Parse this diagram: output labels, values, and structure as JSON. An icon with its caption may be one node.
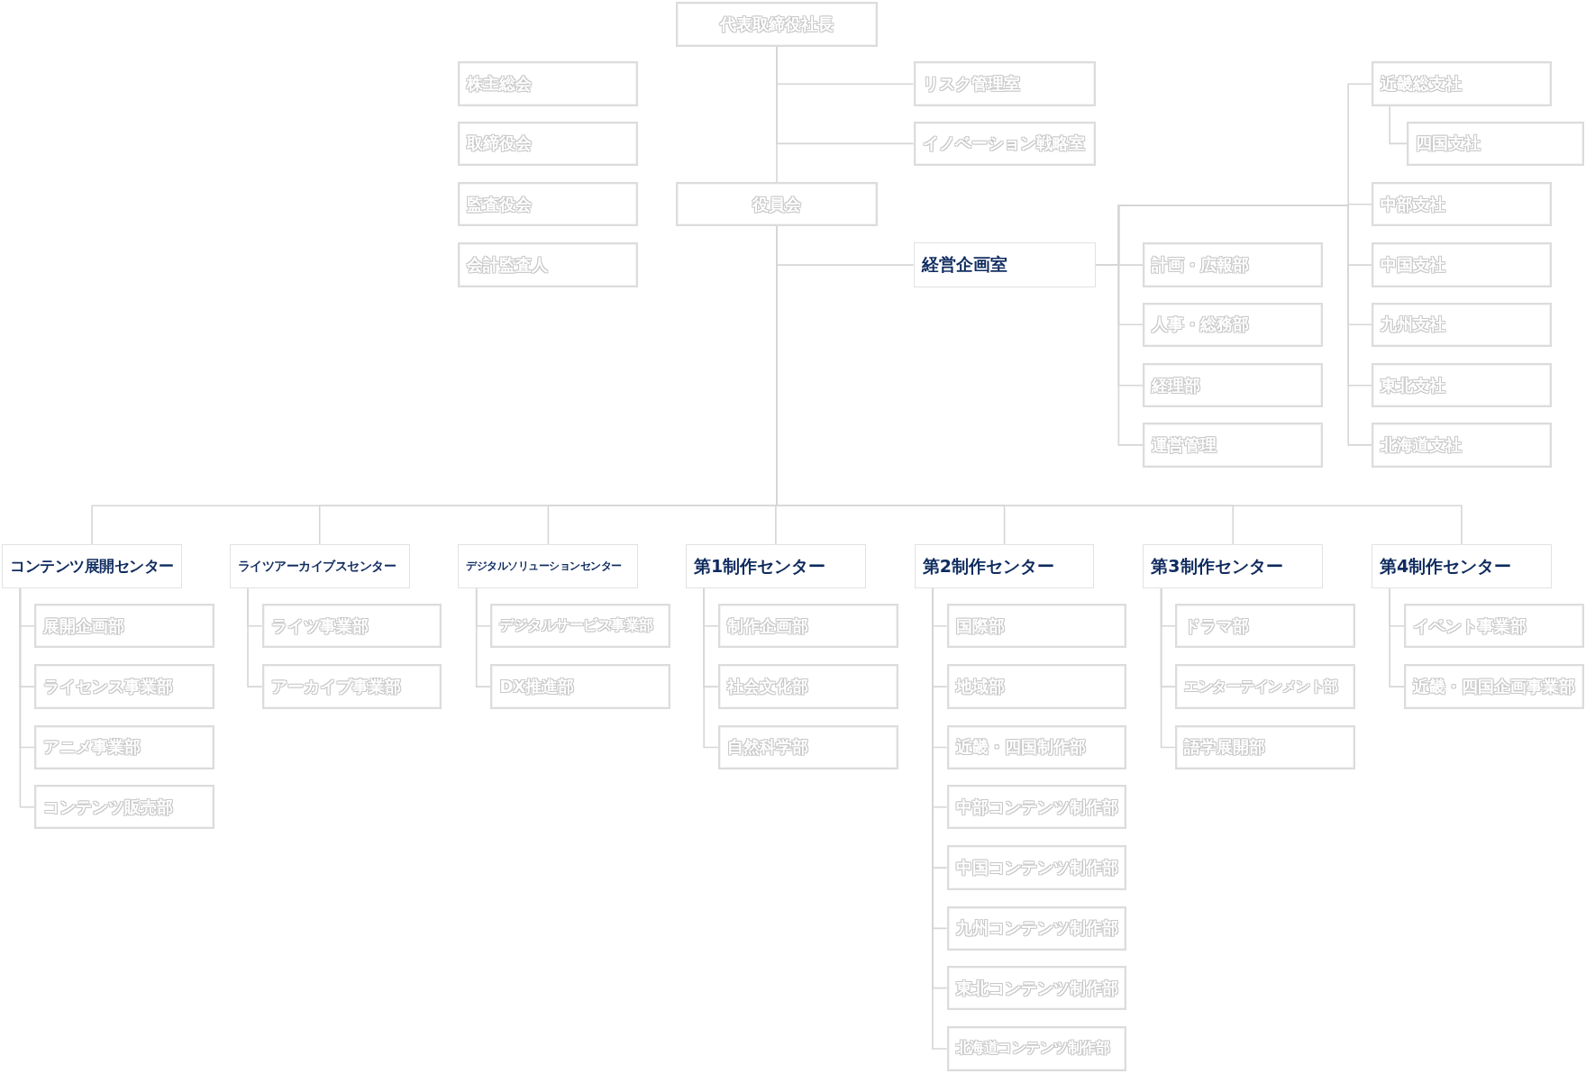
{
  "diagram": {
    "nodes": [
      {
        "text": [
          "代表取締役社長"
        ]
      },
      {
        "text": [
          "株主総会"
        ]
      },
      {
        "text": [
          "取締役会"
        ]
      },
      {
        "text": [
          "監査役会"
        ]
      },
      {
        "text": [
          "会計監査人"
        ]
      },
      {
        "text": [
          "リスク管理室"
        ]
      },
      {
        "text": [
          "イノベーション戦略室"
        ]
      },
      {
        "text": [
          "役員会"
        ]
      },
      {
        "text": [
          "経営企画室"
        ]
      },
      {
        "text": [
          "計画・広報部"
        ]
      },
      {
        "text": [
          "人事・総務部"
        ]
      },
      {
        "text": [
          "経理部"
        ]
      },
      {
        "text": [
          "運営管理"
        ]
      },
      {
        "text": [
          "近畿総支社"
        ]
      },
      {
        "text": [
          "四国支社"
        ]
      },
      {
        "text": [
          "中部支社"
        ]
      },
      {
        "text": [
          "中国支社"
        ]
      },
      {
        "text": [
          "九州支社"
        ]
      },
      {
        "text": [
          "東北支社"
        ]
      },
      {
        "text": [
          "北海道支社"
        ]
      },
      {
        "text": [
          "コンテンツ展開センター"
        ]
      },
      {
        "text": [
          "展開企画部"
        ]
      },
      {
        "text": [
          "ライセンス事業部"
        ]
      },
      {
        "text": [
          "アニメ事業部"
        ]
      },
      {
        "text": [
          "コンテンツ販売部"
        ]
      },
      {
        "text": [
          "ライツアーカイブスセンター"
        ]
      },
      {
        "text": [
          "ライツ事業部"
        ]
      },
      {
        "text": [
          "アーカイブ事業部"
        ]
      },
      {
        "text": [
          "デジタルソリューションセンター"
        ]
      },
      {
        "text": [
          "デジタルサービス事業部"
        ]
      },
      {
        "text": [
          "DX推進部"
        ]
      },
      {
        "text": [
          "第1制作センター"
        ]
      },
      {
        "text": [
          "制作企画部"
        ]
      },
      {
        "text": [
          "社会文化部"
        ]
      },
      {
        "text": [
          "自然科学部"
        ]
      },
      {
        "text": [
          "第2制作センター"
        ]
      },
      {
        "text": [
          "国際部"
        ]
      },
      {
        "text": [
          "地域部"
        ]
      },
      {
        "text": [
          "近畿・四国制作部"
        ]
      },
      {
        "text": [
          "中部コンテンツ制作部"
        ]
      },
      {
        "text": [
          "中国コンテンツ制作部"
        ]
      },
      {
        "text": [
          "九州コンテンツ制作部"
        ]
      },
      {
        "text": [
          "東北コンテンツ制作部"
        ]
      },
      {
        "text": [
          "北海道コンテンツ制作部"
        ]
      },
      {
        "text": [
          "第3制作センター"
        ]
      },
      {
        "text": [
          "ドラマ部"
        ]
      },
      {
        "text": [
          "エンターテインメント部"
        ]
      },
      {
        "text": [
          "語学展開部"
        ]
      },
      {
        "text": [
          "第4制作センター"
        ]
      },
      {
        "text": [
          "イベント事業部"
        ]
      },
      {
        "text": [
          "近畿・四国企画事業部"
        ]
      }
    ],
    "edges": [
      {
        "from": 0,
        "to": 5,
        "arrow": "none"
      },
      {
        "from": 0,
        "to": 6,
        "arrow": "none"
      },
      {
        "from": 0,
        "to": 7,
        "arrow": "none"
      },
      {
        "from": 7,
        "to": 8,
        "arrow": "none"
      },
      {
        "from": 8,
        "to": 9,
        "arrow": "none"
      },
      {
        "from": 8,
        "to": 10,
        "arrow": "none"
      },
      {
        "from": 8,
        "to": 11,
        "arrow": "none"
      },
      {
        "from": 8,
        "to": 12,
        "arrow": "none"
      },
      {
        "from": 8,
        "to": 13,
        "arrow": "none"
      },
      {
        "from": 13,
        "to": 14,
        "arrow": "none"
      },
      {
        "from": 8,
        "to": 15,
        "arrow": "none"
      },
      {
        "from": 8,
        "to": 16,
        "arrow": "none"
      },
      {
        "from": 8,
        "to": 17,
        "arrow": "none"
      },
      {
        "from": 8,
        "to": 18,
        "arrow": "none"
      },
      {
        "from": 8,
        "to": 19,
        "arrow": "none"
      },
      {
        "from": 7,
        "to": 20,
        "arrow": "none"
      },
      {
        "from": 7,
        "to": 25,
        "arrow": "none"
      },
      {
        "from": 7,
        "to": 28,
        "arrow": "none"
      },
      {
        "from": 7,
        "to": 31,
        "arrow": "none"
      },
      {
        "from": 7,
        "to": 35,
        "arrow": "none"
      },
      {
        "from": 7,
        "to": 44,
        "arrow": "none"
      },
      {
        "from": 7,
        "to": 48,
        "arrow": "none"
      },
      {
        "from": 20,
        "to": 21,
        "arrow": "none"
      },
      {
        "from": 20,
        "to": 22,
        "arrow": "none"
      },
      {
        "from": 20,
        "to": 23,
        "arrow": "none"
      },
      {
        "from": 20,
        "to": 24,
        "arrow": "none"
      },
      {
        "from": 25,
        "to": 26,
        "arrow": "none"
      },
      {
        "from": 25,
        "to": 27,
        "arrow": "none"
      },
      {
        "from": 28,
        "to": 29,
        "arrow": "none"
      },
      {
        "from": 28,
        "to": 30,
        "arrow": "none"
      },
      {
        "from": 31,
        "to": 32,
        "arrow": "none"
      },
      {
        "from": 31,
        "to": 33,
        "arrow": "none"
      },
      {
        "from": 31,
        "to": 34,
        "arrow": "none"
      },
      {
        "from": 35,
        "to": 36,
        "arrow": "none"
      },
      {
        "from": 35,
        "to": 37,
        "arrow": "none"
      },
      {
        "from": 35,
        "to": 38,
        "arrow": "none"
      },
      {
        "from": 35,
        "to": 39,
        "arrow": "none"
      },
      {
        "from": 35,
        "to": 40,
        "arrow": "none"
      },
      {
        "from": 35,
        "to": 41,
        "arrow": "none"
      },
      {
        "from": 35,
        "to": 42,
        "arrow": "none"
      },
      {
        "from": 35,
        "to": 43,
        "arrow": "none"
      },
      {
        "from": 44,
        "to": 45,
        "arrow": "none"
      },
      {
        "from": 44,
        "to": 46,
        "arrow": "none"
      },
      {
        "from": 44,
        "to": 47,
        "arrow": "none"
      },
      {
        "from": 48,
        "to": 49,
        "arrow": "none"
      },
      {
        "from": 48,
        "to": 50,
        "arrow": "none"
      }
    ]
  }
}
